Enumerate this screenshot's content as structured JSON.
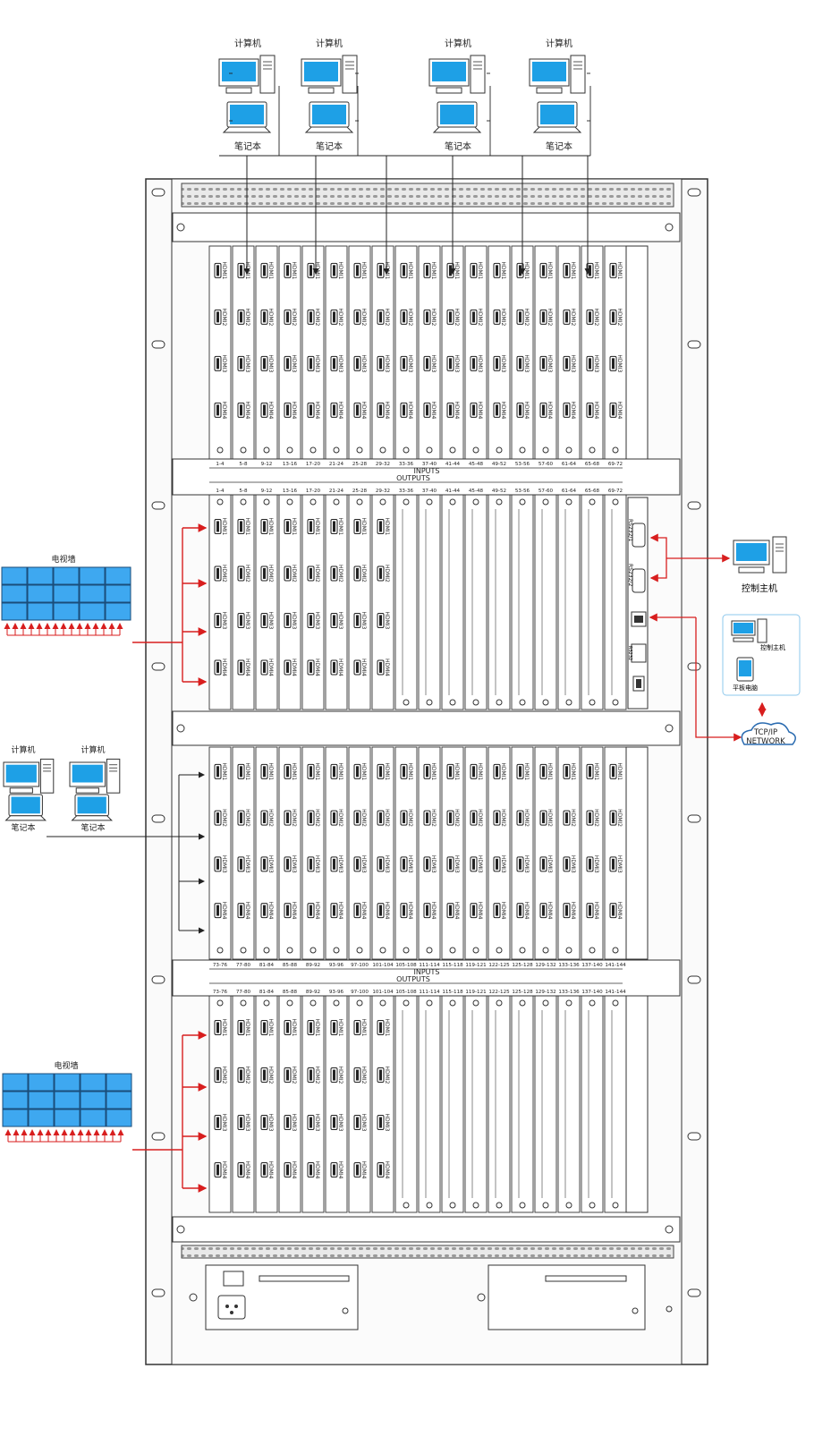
{
  "labels": {
    "computer": "计算机",
    "laptop": "笔记本",
    "video_wall": "电视墙",
    "control_host": "控制主机",
    "tablet": "平板电脑",
    "network_line1": "TCP/IP",
    "network_line2": "NETWORK",
    "inputs": "INPUTS",
    "outputs": "OUTPUTS",
    "rs232_1": "RS232/1",
    "rs232_2": "RS232/2",
    "rs232_short": "RS232"
  },
  "port_labels": [
    "HDMI1",
    "HDMI2",
    "HDMI3",
    "HDMI4"
  ],
  "frame1_inputs": [
    "1-4",
    "5-8",
    "9-12",
    "13-16",
    "17-20",
    "21-24",
    "25-28",
    "29-32",
    "33-36",
    "37-40",
    "41-44",
    "45-48",
    "49-52",
    "53-56",
    "57-60",
    "61-64",
    "65-68",
    "69-72"
  ],
  "frame1_outputs": [
    "1-4",
    "5-8",
    "9-12",
    "13-16",
    "17-20",
    "21-24",
    "25-28",
    "29-32",
    "33-36",
    "37-40",
    "41-44",
    "45-48",
    "49-52",
    "53-56",
    "57-60",
    "61-64",
    "65-68",
    "69-72"
  ],
  "frame2_inputs": [
    "73-76",
    "77-80",
    "81-84",
    "85-88",
    "89-92",
    "93-96",
    "97-100",
    "101-104",
    "105-108",
    "111-114",
    "115-118",
    "119-121",
    "122-125",
    "125-128",
    "129-132",
    "133-136",
    "137-140",
    "141-144"
  ],
  "frame2_outputs": [
    "73-76",
    "77-80",
    "81-84",
    "85-88",
    "89-92",
    "93-96",
    "97-100",
    "101-104",
    "105-108",
    "111-114",
    "115-118",
    "119-121",
    "122-125",
    "125-128",
    "129-132",
    "133-136",
    "137-140",
    "141-144"
  ],
  "colors": {
    "accent": "#d81e1e",
    "screen": "#1ea0e6",
    "wall": "#3ea8f0",
    "line": "#222222",
    "panel": "#f4f4f4"
  }
}
